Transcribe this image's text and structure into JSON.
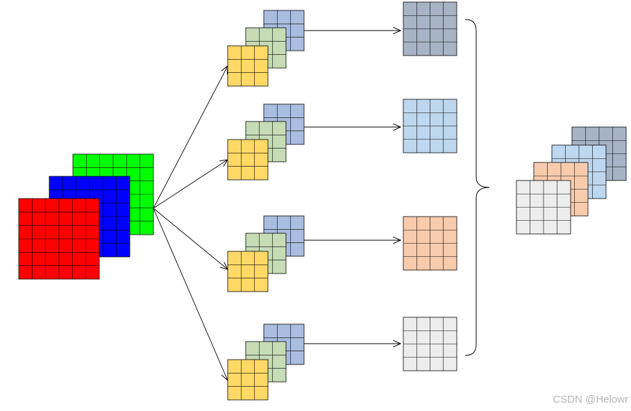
{
  "watermark": "CSDN @Helowr",
  "colors": {
    "input_red": "#ff0000",
    "input_blue": "#0000ff",
    "input_green": "#00ff00",
    "kernel_back": "#a9bde0",
    "kernel_middle": "#c5dcb5",
    "kernel_front": "#ffd966",
    "output_1": "#a6b4c6",
    "output_2": "#bdd7ee",
    "output_3": "#f8cbad",
    "output_4": "#ededed",
    "grid_line": "#000000",
    "arrow": "#000000"
  },
  "input": {
    "channels": [
      "red",
      "green",
      "blue"
    ],
    "grid_size": 6
  },
  "kernels": {
    "count": 4,
    "channels_per_kernel": 3,
    "grid_size": 3
  },
  "outputs": {
    "count": 4,
    "grid_size": 4
  },
  "stacked_output": {
    "layers": 4,
    "grid_size": 4
  }
}
